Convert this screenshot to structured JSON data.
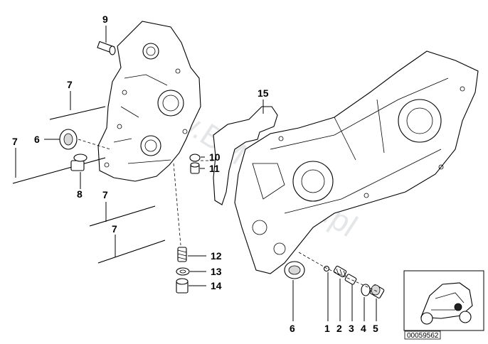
{
  "watermark": "www.BMWstore.pl",
  "document_id": "00059562",
  "callouts": [
    {
      "id": "c9",
      "label": "9"
    },
    {
      "id": "c7a",
      "label": "7"
    },
    {
      "id": "c7b",
      "label": "7"
    },
    {
      "id": "c6a",
      "label": "6"
    },
    {
      "id": "c8",
      "label": "8"
    },
    {
      "id": "c7c",
      "label": "7"
    },
    {
      "id": "c7d",
      "label": "7"
    },
    {
      "id": "c15",
      "label": "15"
    },
    {
      "id": "c10",
      "label": "10"
    },
    {
      "id": "c11",
      "label": "11"
    },
    {
      "id": "c12",
      "label": "12"
    },
    {
      "id": "c13",
      "label": "13"
    },
    {
      "id": "c14",
      "label": "14"
    },
    {
      "id": "c6b",
      "label": "6"
    },
    {
      "id": "c1",
      "label": "1"
    },
    {
      "id": "c2",
      "label": "2"
    },
    {
      "id": "c3",
      "label": "3"
    },
    {
      "id": "c4",
      "label": "4"
    },
    {
      "id": "c5",
      "label": "5"
    }
  ]
}
